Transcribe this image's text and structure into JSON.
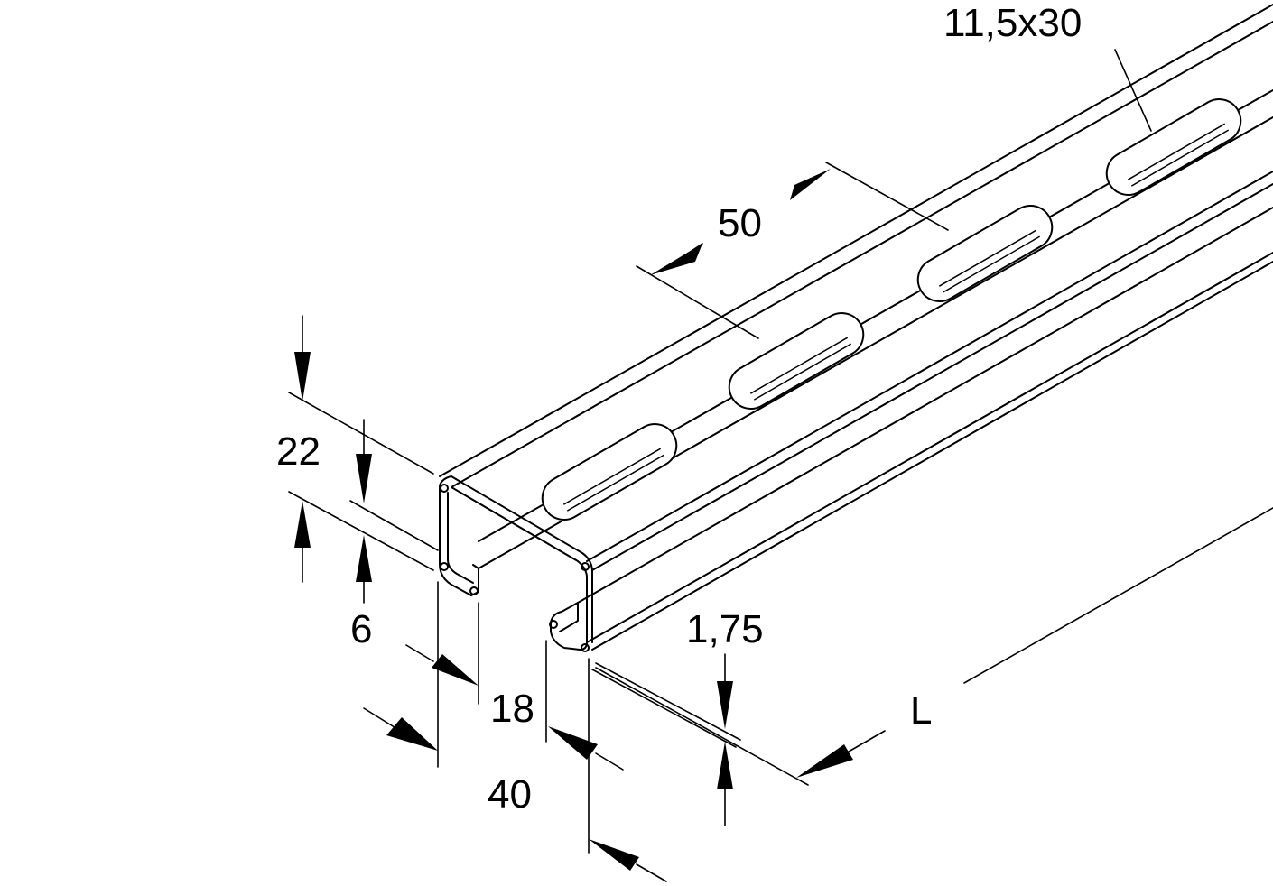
{
  "dimensions": {
    "slot_size": "11,5x30",
    "slot_pitch": "50",
    "height": "22",
    "lip_height": "6",
    "opening": "18",
    "width": "40",
    "thickness": "1,75",
    "length": "L"
  },
  "colors": {
    "stroke": "#000000",
    "background": "#ffffff"
  }
}
